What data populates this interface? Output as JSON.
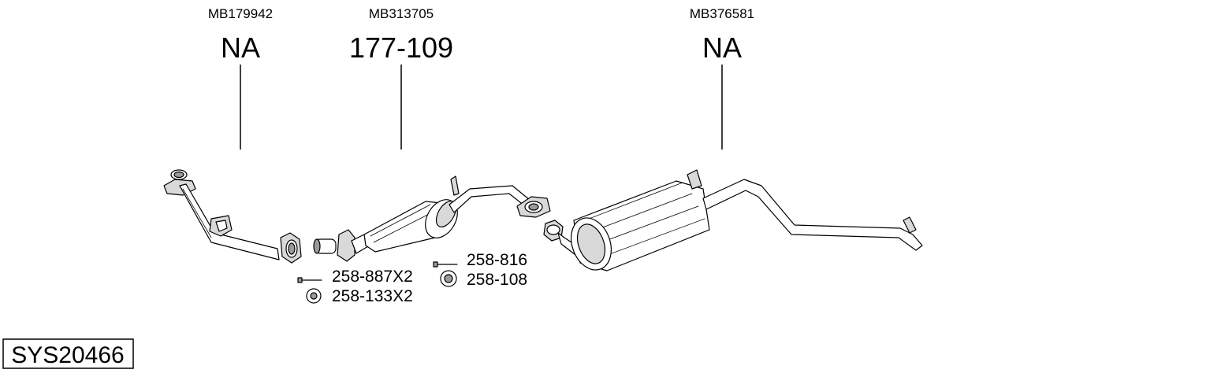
{
  "parts": [
    {
      "oem": "MB179942",
      "code": "NA",
      "name": "front-pipe"
    },
    {
      "oem": "MB313705",
      "code": "177-109",
      "name": "center-pipe-silencer"
    },
    {
      "oem": "MB376581",
      "code": "NA",
      "name": "rear-silencer"
    }
  ],
  "accessories": [
    {
      "label": "258-887X2",
      "icon": "bolt-icon"
    },
    {
      "label": "258-133X2",
      "icon": "gasket-ring-icon"
    },
    {
      "label": "258-816",
      "icon": "bolt-icon"
    },
    {
      "label": "258-108",
      "icon": "gasket-ring-icon"
    }
  ],
  "system_code": "SYS20466"
}
